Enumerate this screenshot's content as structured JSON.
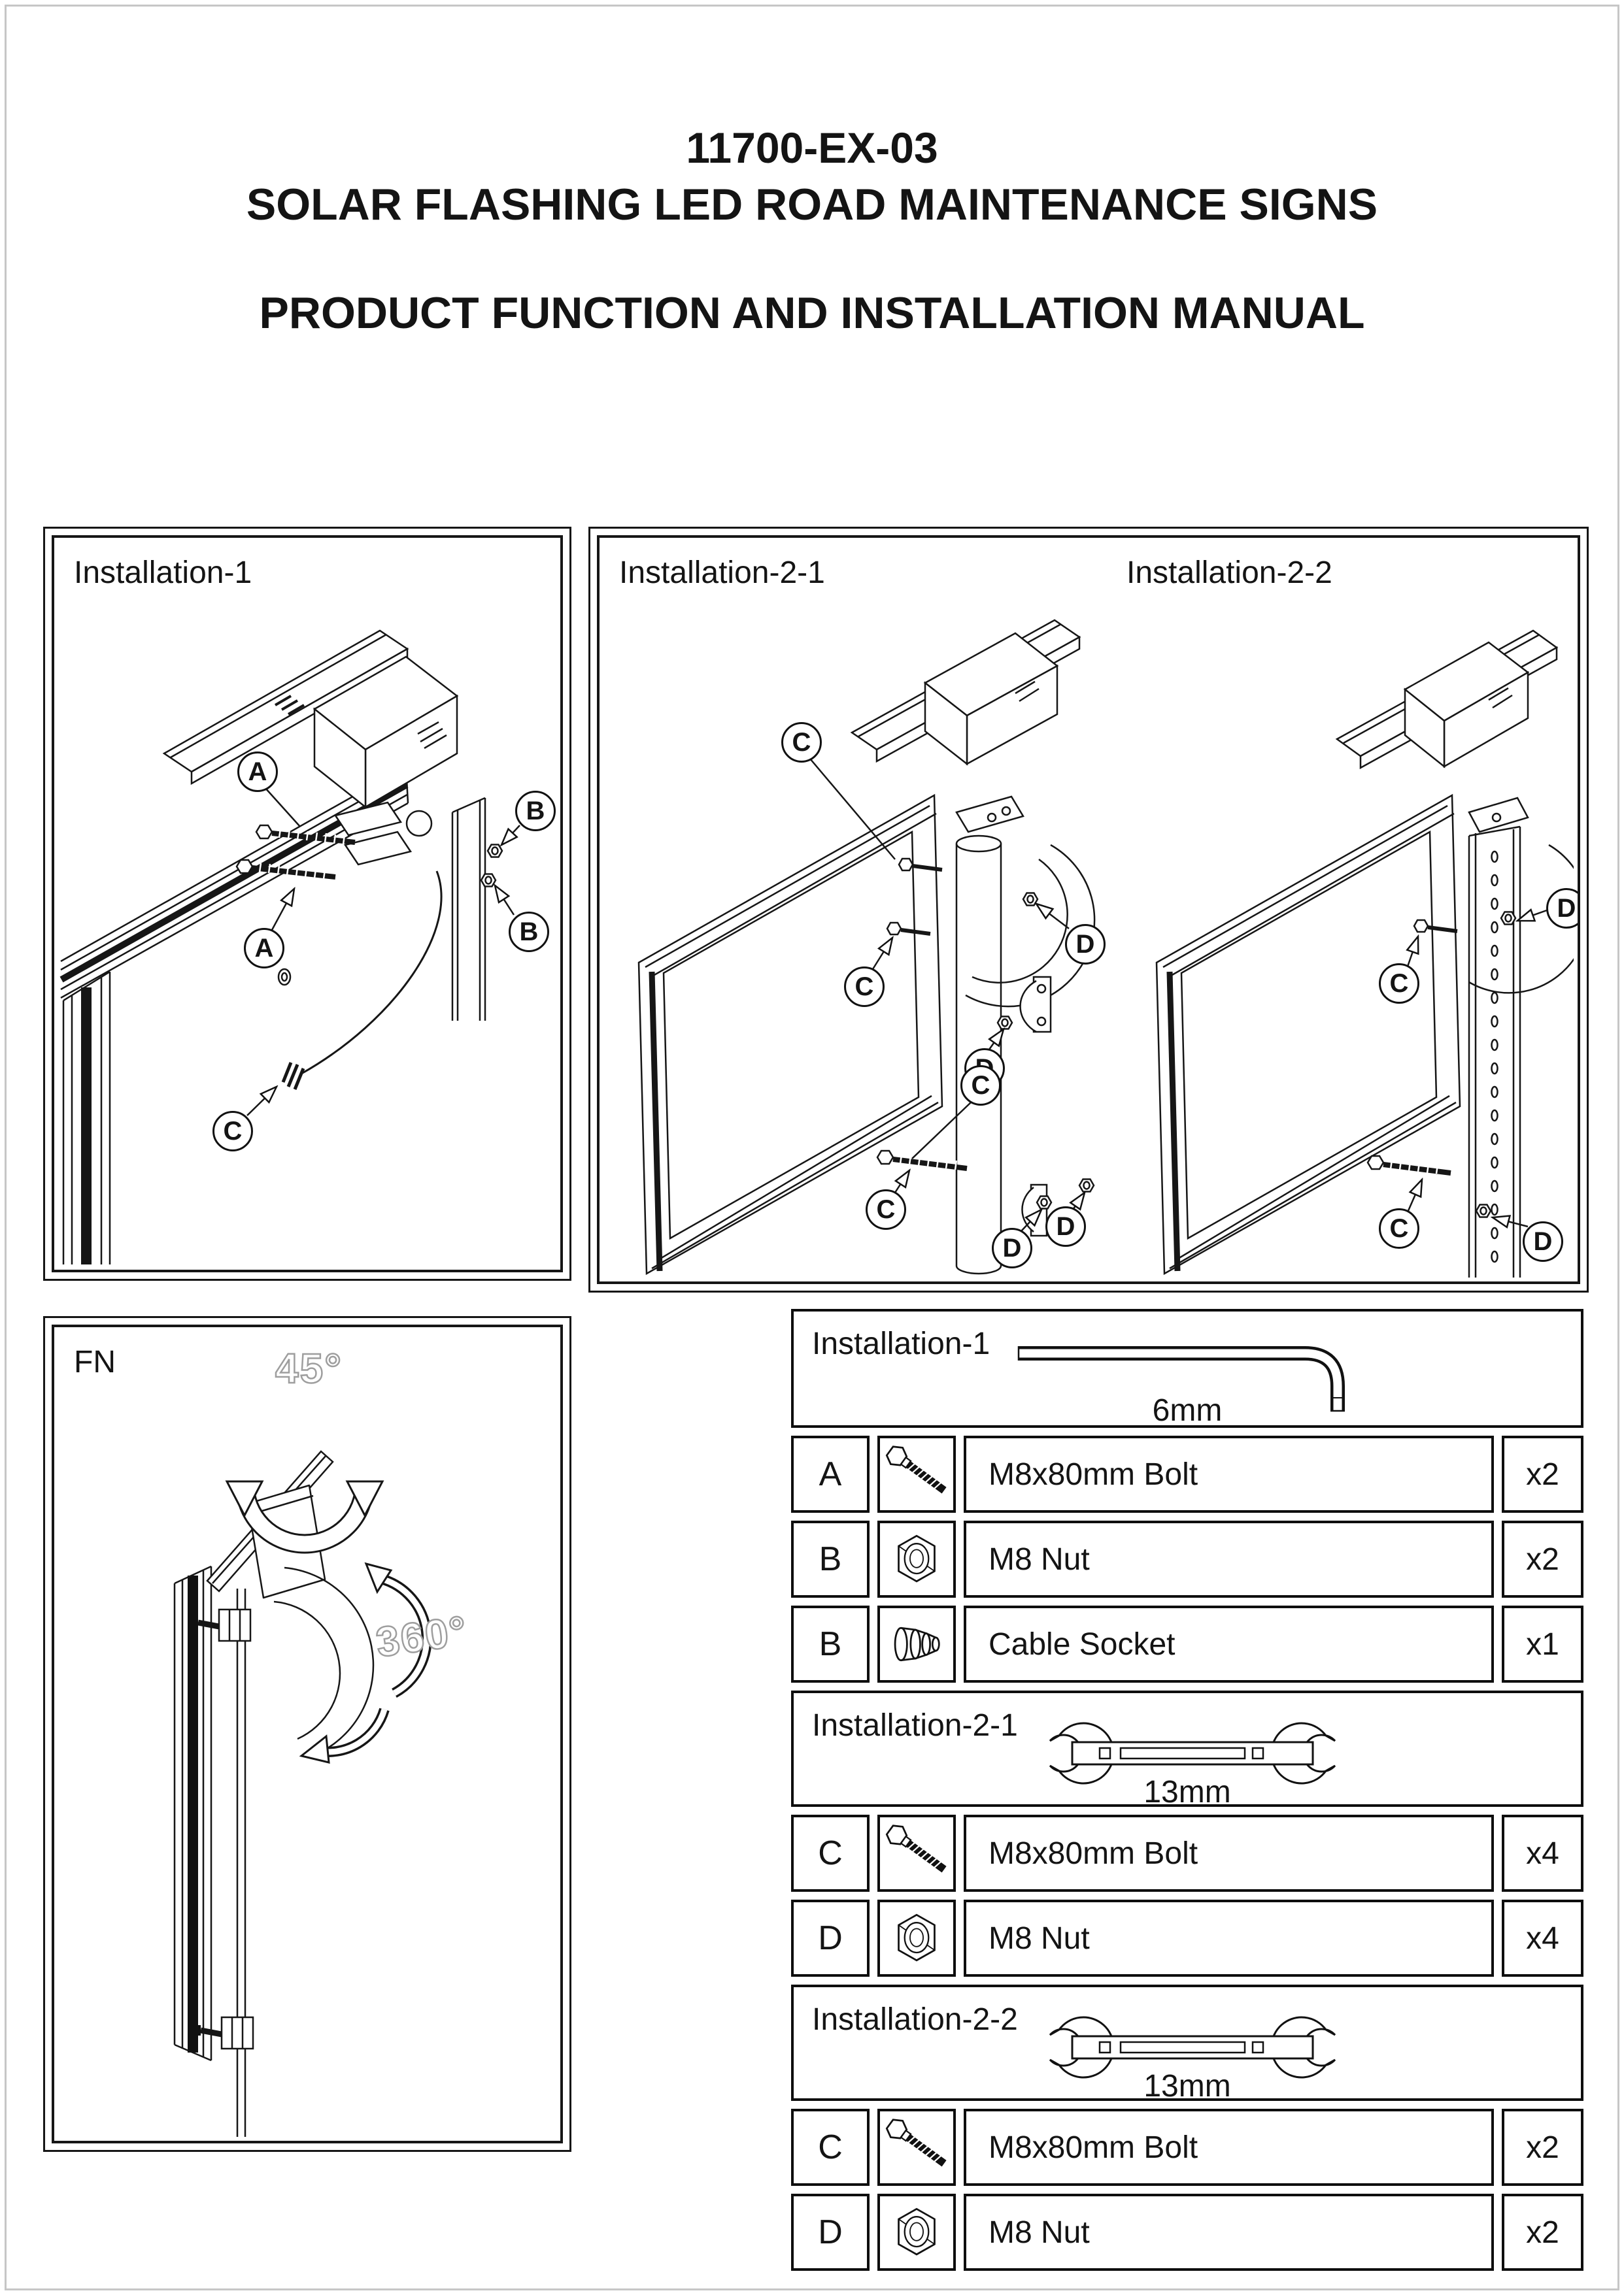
{
  "header": {
    "code": "11700-EX-03",
    "title": "SOLAR FLASHING LED ROAD MAINTENANCE SIGNS",
    "subtitle": "PRODUCT FUNCTION AND INSTALLATION MANUAL"
  },
  "diagrams": {
    "installation1": {
      "label": "Installation-1"
    },
    "installation21": {
      "label": "Installation-2-1"
    },
    "installation22": {
      "label": "Installation-2-2"
    },
    "fn": {
      "label": "FN",
      "tilt_angle": "45°",
      "rotate_angle": "360°"
    }
  },
  "callouts": {
    "a": "A",
    "b": "B",
    "c": "C",
    "d": "D"
  },
  "parts_table": {
    "sections": [
      {
        "title": "Installation-1",
        "tool_icon": "hex-key-icon",
        "tool_size": "6mm",
        "rows": [
          {
            "id": "A",
            "icon": "bolt-icon",
            "name": "M8x80mm Bolt",
            "qty": "x2"
          },
          {
            "id": "B",
            "icon": "nut-icon",
            "name": "M8 Nut",
            "qty": "x2"
          },
          {
            "id": "B",
            "icon": "cable-socket-icon",
            "name": "Cable Socket",
            "qty": "x1"
          }
        ]
      },
      {
        "title": "Installation-2-1",
        "tool_icon": "wrench-icon",
        "tool_size": "13mm",
        "rows": [
          {
            "id": "C",
            "icon": "bolt-icon",
            "name": "M8x80mm Bolt",
            "qty": "x4"
          },
          {
            "id": "D",
            "icon": "nut-icon",
            "name": "M8 Nut",
            "qty": "x4"
          }
        ]
      },
      {
        "title": "Installation-2-2",
        "tool_icon": "wrench-icon",
        "tool_size": "13mm",
        "rows": [
          {
            "id": "C",
            "icon": "bolt-icon",
            "name": "M8x80mm Bolt",
            "qty": "x2"
          },
          {
            "id": "D",
            "icon": "nut-icon",
            "name": "M8 Nut",
            "qty": "x2"
          }
        ]
      }
    ]
  }
}
